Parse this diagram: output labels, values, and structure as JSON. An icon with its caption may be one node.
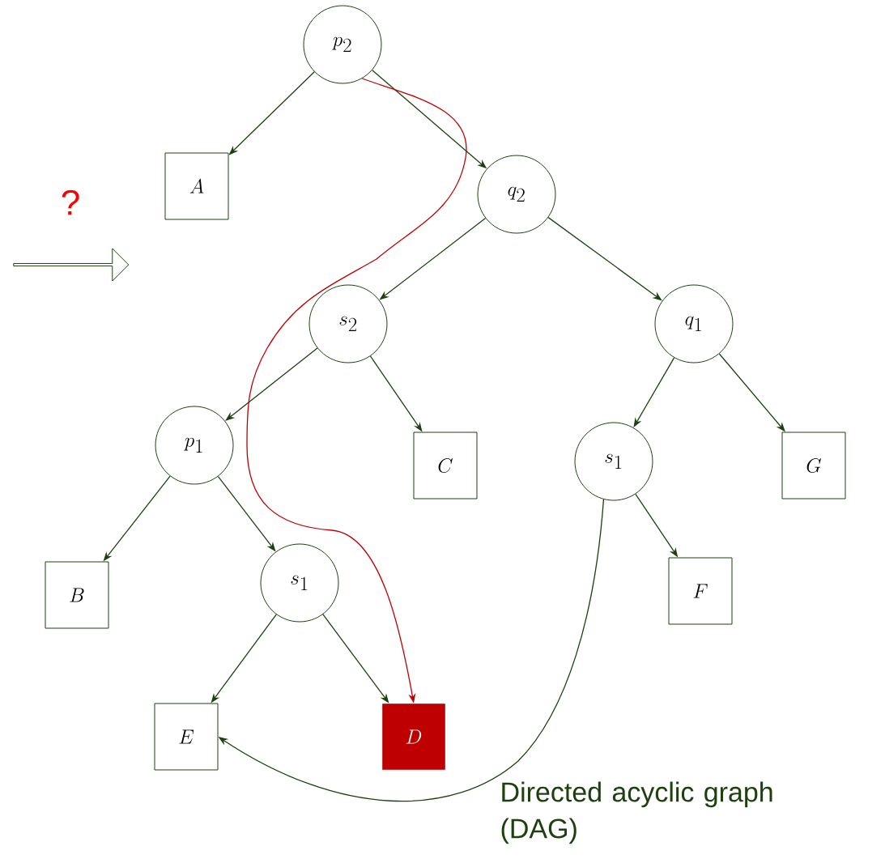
{
  "diagram": {
    "nodes": [
      {
        "text": [
          "p_2"
        ]
      },
      {
        "text": [
          "A"
        ]
      },
      {
        "text": [
          "q_2"
        ]
      },
      {
        "text": [
          "s_2"
        ]
      },
      {
        "text": [
          "q_1"
        ]
      },
      {
        "text": [
          "p_1"
        ]
      },
      {
        "text": [
          "C"
        ]
      },
      {
        "text": [
          "s_1"
        ]
      },
      {
        "text": [
          "G"
        ]
      },
      {
        "text": [
          "B"
        ]
      },
      {
        "text": [
          "s_1"
        ]
      },
      {
        "text": [
          "F"
        ]
      },
      {
        "text": [
          "E"
        ]
      },
      {
        "text": [
          "D"
        ]
      }
    ],
    "edges": [
      {
        "from": 0,
        "to": 1,
        "arrow": "to"
      },
      {
        "from": 0,
        "to": 2,
        "arrow": "to"
      },
      {
        "from": 2,
        "to": 3,
        "arrow": "to"
      },
      {
        "from": 2,
        "to": 4,
        "arrow": "to"
      },
      {
        "from": 3,
        "to": 5,
        "arrow": "to"
      },
      {
        "from": 3,
        "to": 6,
        "arrow": "to"
      },
      {
        "from": 4,
        "to": 7,
        "arrow": "to"
      },
      {
        "from": 4,
        "to": 8,
        "arrow": "to"
      },
      {
        "from": 5,
        "to": 9,
        "arrow": "to"
      },
      {
        "from": 5,
        "to": 10,
        "arrow": "to"
      },
      {
        "from": 7,
        "to": 11,
        "arrow": "to"
      },
      {
        "from": 10,
        "to": 12,
        "arrow": "to"
      },
      {
        "from": 10,
        "to": 13,
        "arrow": "to"
      },
      {
        "from": 7,
        "to": 12,
        "arrow": "to"
      },
      {
        "from": 0,
        "to": 13,
        "arrow": "to",
        "color": "#c00000"
      }
    ],
    "labels": [
      "?",
      "Directed acyclic graph (DAG)"
    ]
  }
}
